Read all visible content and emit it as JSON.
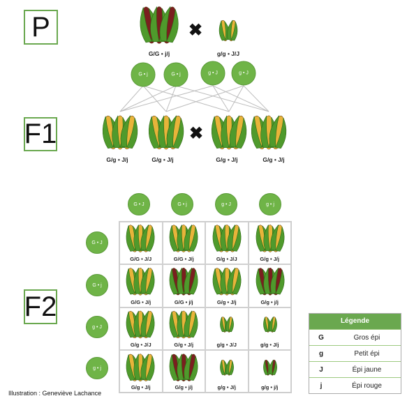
{
  "generations": {
    "p": "P",
    "f1": "F1",
    "f2": "F2"
  },
  "cross_symbol": "✖",
  "parents": {
    "left_genotype": "G/G • j/j",
    "right_genotype": "g/g • J/J"
  },
  "parent_gametes": [
    "G • j",
    "G • j",
    "g • J",
    "g • J"
  ],
  "f1_genotypes": [
    "G/g • J/j",
    "G/g • J/j",
    "G/g • J/j",
    "G/g • J/j"
  ],
  "f2": {
    "column_gametes": [
      "G • J",
      "G • j",
      "g • J",
      "g • j"
    ],
    "row_gametes": [
      "G • J",
      "G • j",
      "g • J",
      "g • j"
    ],
    "cells": [
      [
        "G/G • J/J",
        "G/G • J/j",
        "G/g • J/J",
        "G/g • J/j"
      ],
      [
        "G/G • J/j",
        "G/G • j/j",
        "G/g • J/j",
        "G/g • j/j"
      ],
      [
        "G/g • J/J",
        "G/g • J/j",
        "g/g • J/J",
        "g/g • J/j"
      ],
      [
        "G/g • J/j",
        "G/g • j/j",
        "g/g • J/j",
        "g/g • j/j"
      ]
    ]
  },
  "legend": {
    "title": "Légende",
    "rows": [
      {
        "symbol": "G",
        "meaning": "Gros épi"
      },
      {
        "symbol": "g",
        "meaning": "Petit épi"
      },
      {
        "symbol": "J",
        "meaning": "Épi jaune"
      },
      {
        "symbol": "j",
        "meaning": "Épi rouge"
      }
    ]
  },
  "credit": "Illustration : Geneviève Lachance",
  "colors": {
    "accent_green": "#6aa84f",
    "gamete_green": "#6fb447",
    "husk_green": "#4f9a2c",
    "kernel_yellow": "#e8b43a",
    "kernel_red": "#7a1f1f"
  }
}
